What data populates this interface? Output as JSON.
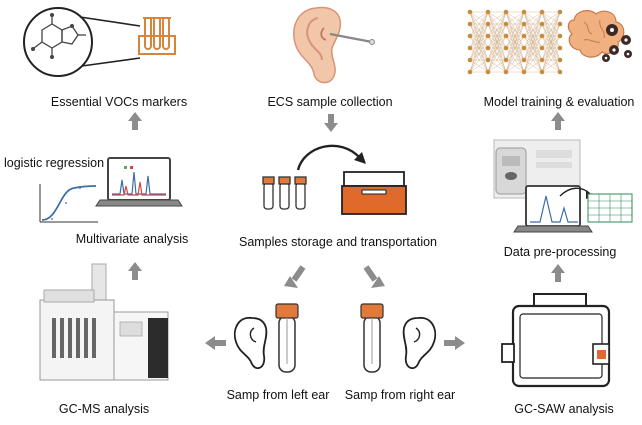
{
  "labels": {
    "vocs": "Essential VOCs markers",
    "ecs": "ECS sample collection",
    "model": "Model training & evaluation",
    "logistic": "logistic regression",
    "multivariate": "Multivariate analysis",
    "storage": "Samples storage and transportation",
    "preprocessing": "Data pre-processing",
    "left_ear": "Samp from left ear",
    "right_ear": "Samp from right ear",
    "gcms": "GC-MS analysis",
    "gcsaw": "GC-SAW analysis"
  },
  "colors": {
    "arrow": "#8c8c8c",
    "tube_cap": "#e0793a",
    "box_orange": "#e06a2c",
    "skin": "#f2c6a8",
    "skin_dark": "#d89478",
    "network_line": "#b07a3a",
    "network_node": "#c78b3e"
  },
  "icons": [
    "molecule-magnifier-icon",
    "test-tubes-icon",
    "ear-swab-icon",
    "neural-network-icon",
    "brain-gears-icon",
    "sigmoid-plot-icon",
    "laptop-chromatogram-icon",
    "curved-arrow-icon",
    "sample-tubes-icon",
    "storage-box-icon",
    "gc-saw-instrument-icon",
    "laptop-spectrum-icon",
    "spreadsheet-icon",
    "gc-ms-instrument-icon",
    "left-ear-icon",
    "right-ear-icon",
    "swab-tube-icon",
    "portable-analyzer-icon"
  ]
}
